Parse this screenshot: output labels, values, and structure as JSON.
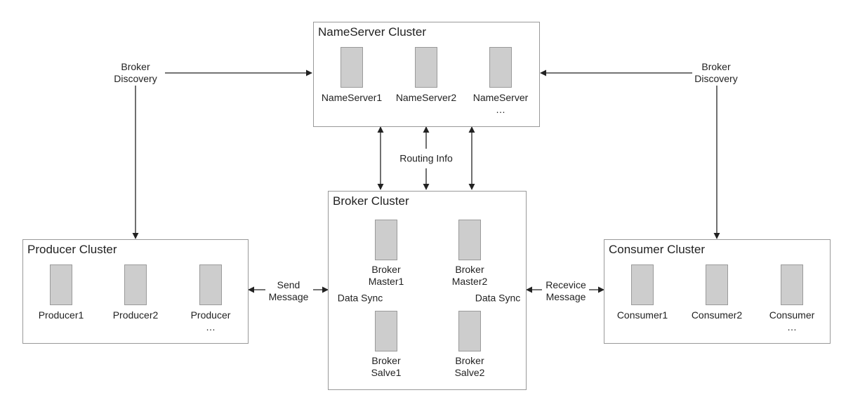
{
  "nameserver_cluster": {
    "title": "NameServer Cluster",
    "nodes": [
      {
        "line1": "NameServer1",
        "line2": ""
      },
      {
        "line1": "NameServer2",
        "line2": ""
      },
      {
        "line1": "NameServer",
        "line2": "…"
      }
    ]
  },
  "broker_cluster": {
    "title": "Broker Cluster",
    "nodes": [
      {
        "line1": "Broker",
        "line2": "Master1"
      },
      {
        "line1": "Broker",
        "line2": "Master2"
      },
      {
        "line1": "Broker",
        "line2": "Salve1"
      },
      {
        "line1": "Broker",
        "line2": "Salve2"
      }
    ],
    "sync_left": "Data Sync",
    "sync_right": "Data Sync"
  },
  "producer_cluster": {
    "title": "Producer Cluster",
    "nodes": [
      {
        "line1": "Producer1",
        "line2": ""
      },
      {
        "line1": "Producer2",
        "line2": ""
      },
      {
        "line1": "Producer",
        "line2": "…"
      }
    ]
  },
  "consumer_cluster": {
    "title": "Consumer Cluster",
    "nodes": [
      {
        "line1": "Consumer1",
        "line2": ""
      },
      {
        "line1": "Consumer2",
        "line2": ""
      },
      {
        "line1": "Consumer",
        "line2": "…"
      }
    ]
  },
  "edges": {
    "broker_discovery_left": {
      "line1": "Broker",
      "line2": "Discovery"
    },
    "broker_discovery_right": {
      "line1": "Broker",
      "line2": "Discovery"
    },
    "routing_info": "Routing Info",
    "send_message": {
      "line1": "Send",
      "line2": "Message"
    },
    "receive_message": {
      "line1": "Recevice",
      "line2": "Message"
    }
  }
}
